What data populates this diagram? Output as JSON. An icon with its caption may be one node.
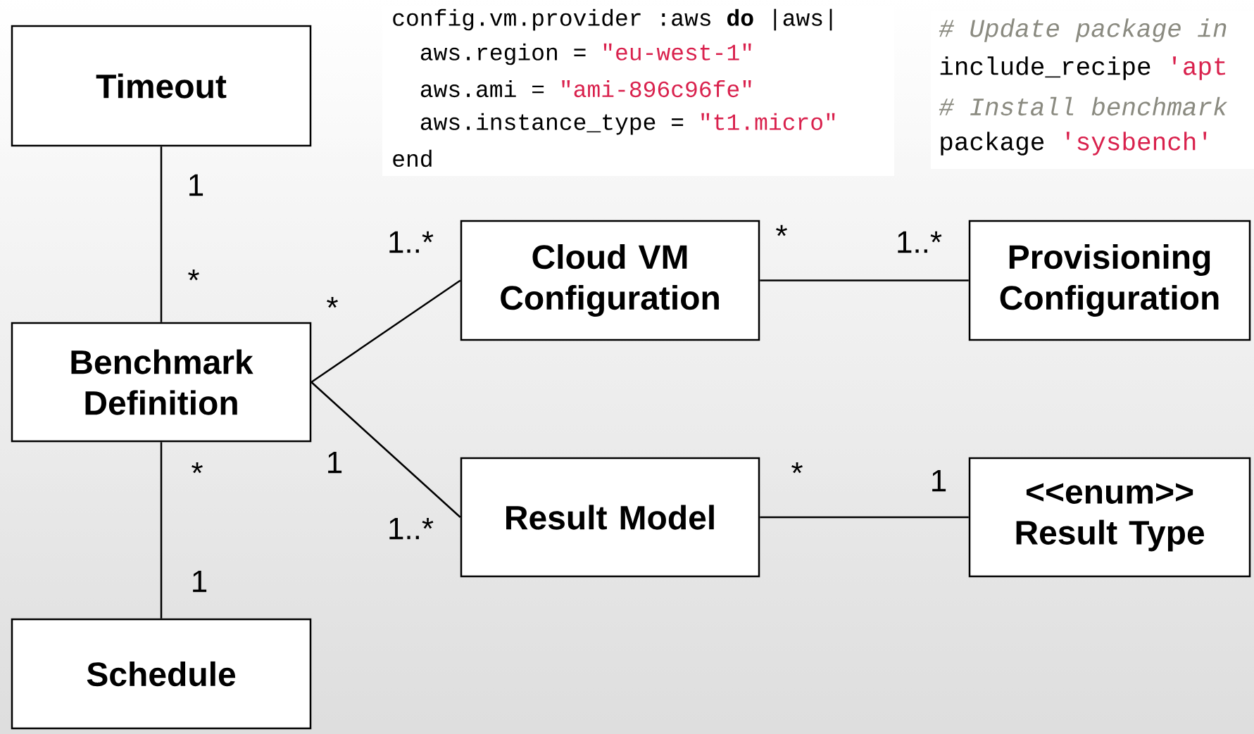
{
  "diagram": {
    "nodes": [
      {
        "text": [
          "config.vm.provider :aws **do** |aws|",
          "aws.region =",
          "\"eu-west-1\"",
          "aws.ami =",
          "\"ami-896c96fe\"",
          "aws.instance_type =",
          "\"t1.micro\"",
          "end"
        ]
      },
      {
        "text": [
          "# Update package in",
          "include_recipe",
          "'apt",
          "# Install benchmark",
          "package",
          "'sysbench'"
        ]
      },
      {
        "text": [
          "Timeout"
        ]
      },
      {
        "text": [
          "Cloud VM Configuration"
        ]
      },
      {
        "text": [
          "Provisioning Configuration"
        ]
      },
      {
        "text": [
          "Benchmark Definition"
        ]
      },
      {
        "text": [
          "Result Model"
        ]
      },
      {
        "text": [
          "<<enum>> Result Type"
        ]
      },
      {
        "text": [
          "Schedule"
        ]
      }
    ],
    "edges": [
      {
        "from": 2,
        "to": 5,
        "arrow": "none"
      },
      {
        "from": 5,
        "to": 3,
        "arrow": "none"
      },
      {
        "from": 5,
        "to": 6,
        "arrow": "none"
      },
      {
        "from": 3,
        "to": 4,
        "arrow": "none"
      },
      {
        "from": 6,
        "to": 7,
        "arrow": "none"
      },
      {
        "from": 5,
        "to": 8,
        "arrow": "none"
      }
    ],
    "labels": [
      "1",
      "1..*",
      "*",
      "1..*",
      "*",
      "*",
      "1",
      "*",
      "1",
      "*",
      "1..*",
      "1"
    ]
  }
}
